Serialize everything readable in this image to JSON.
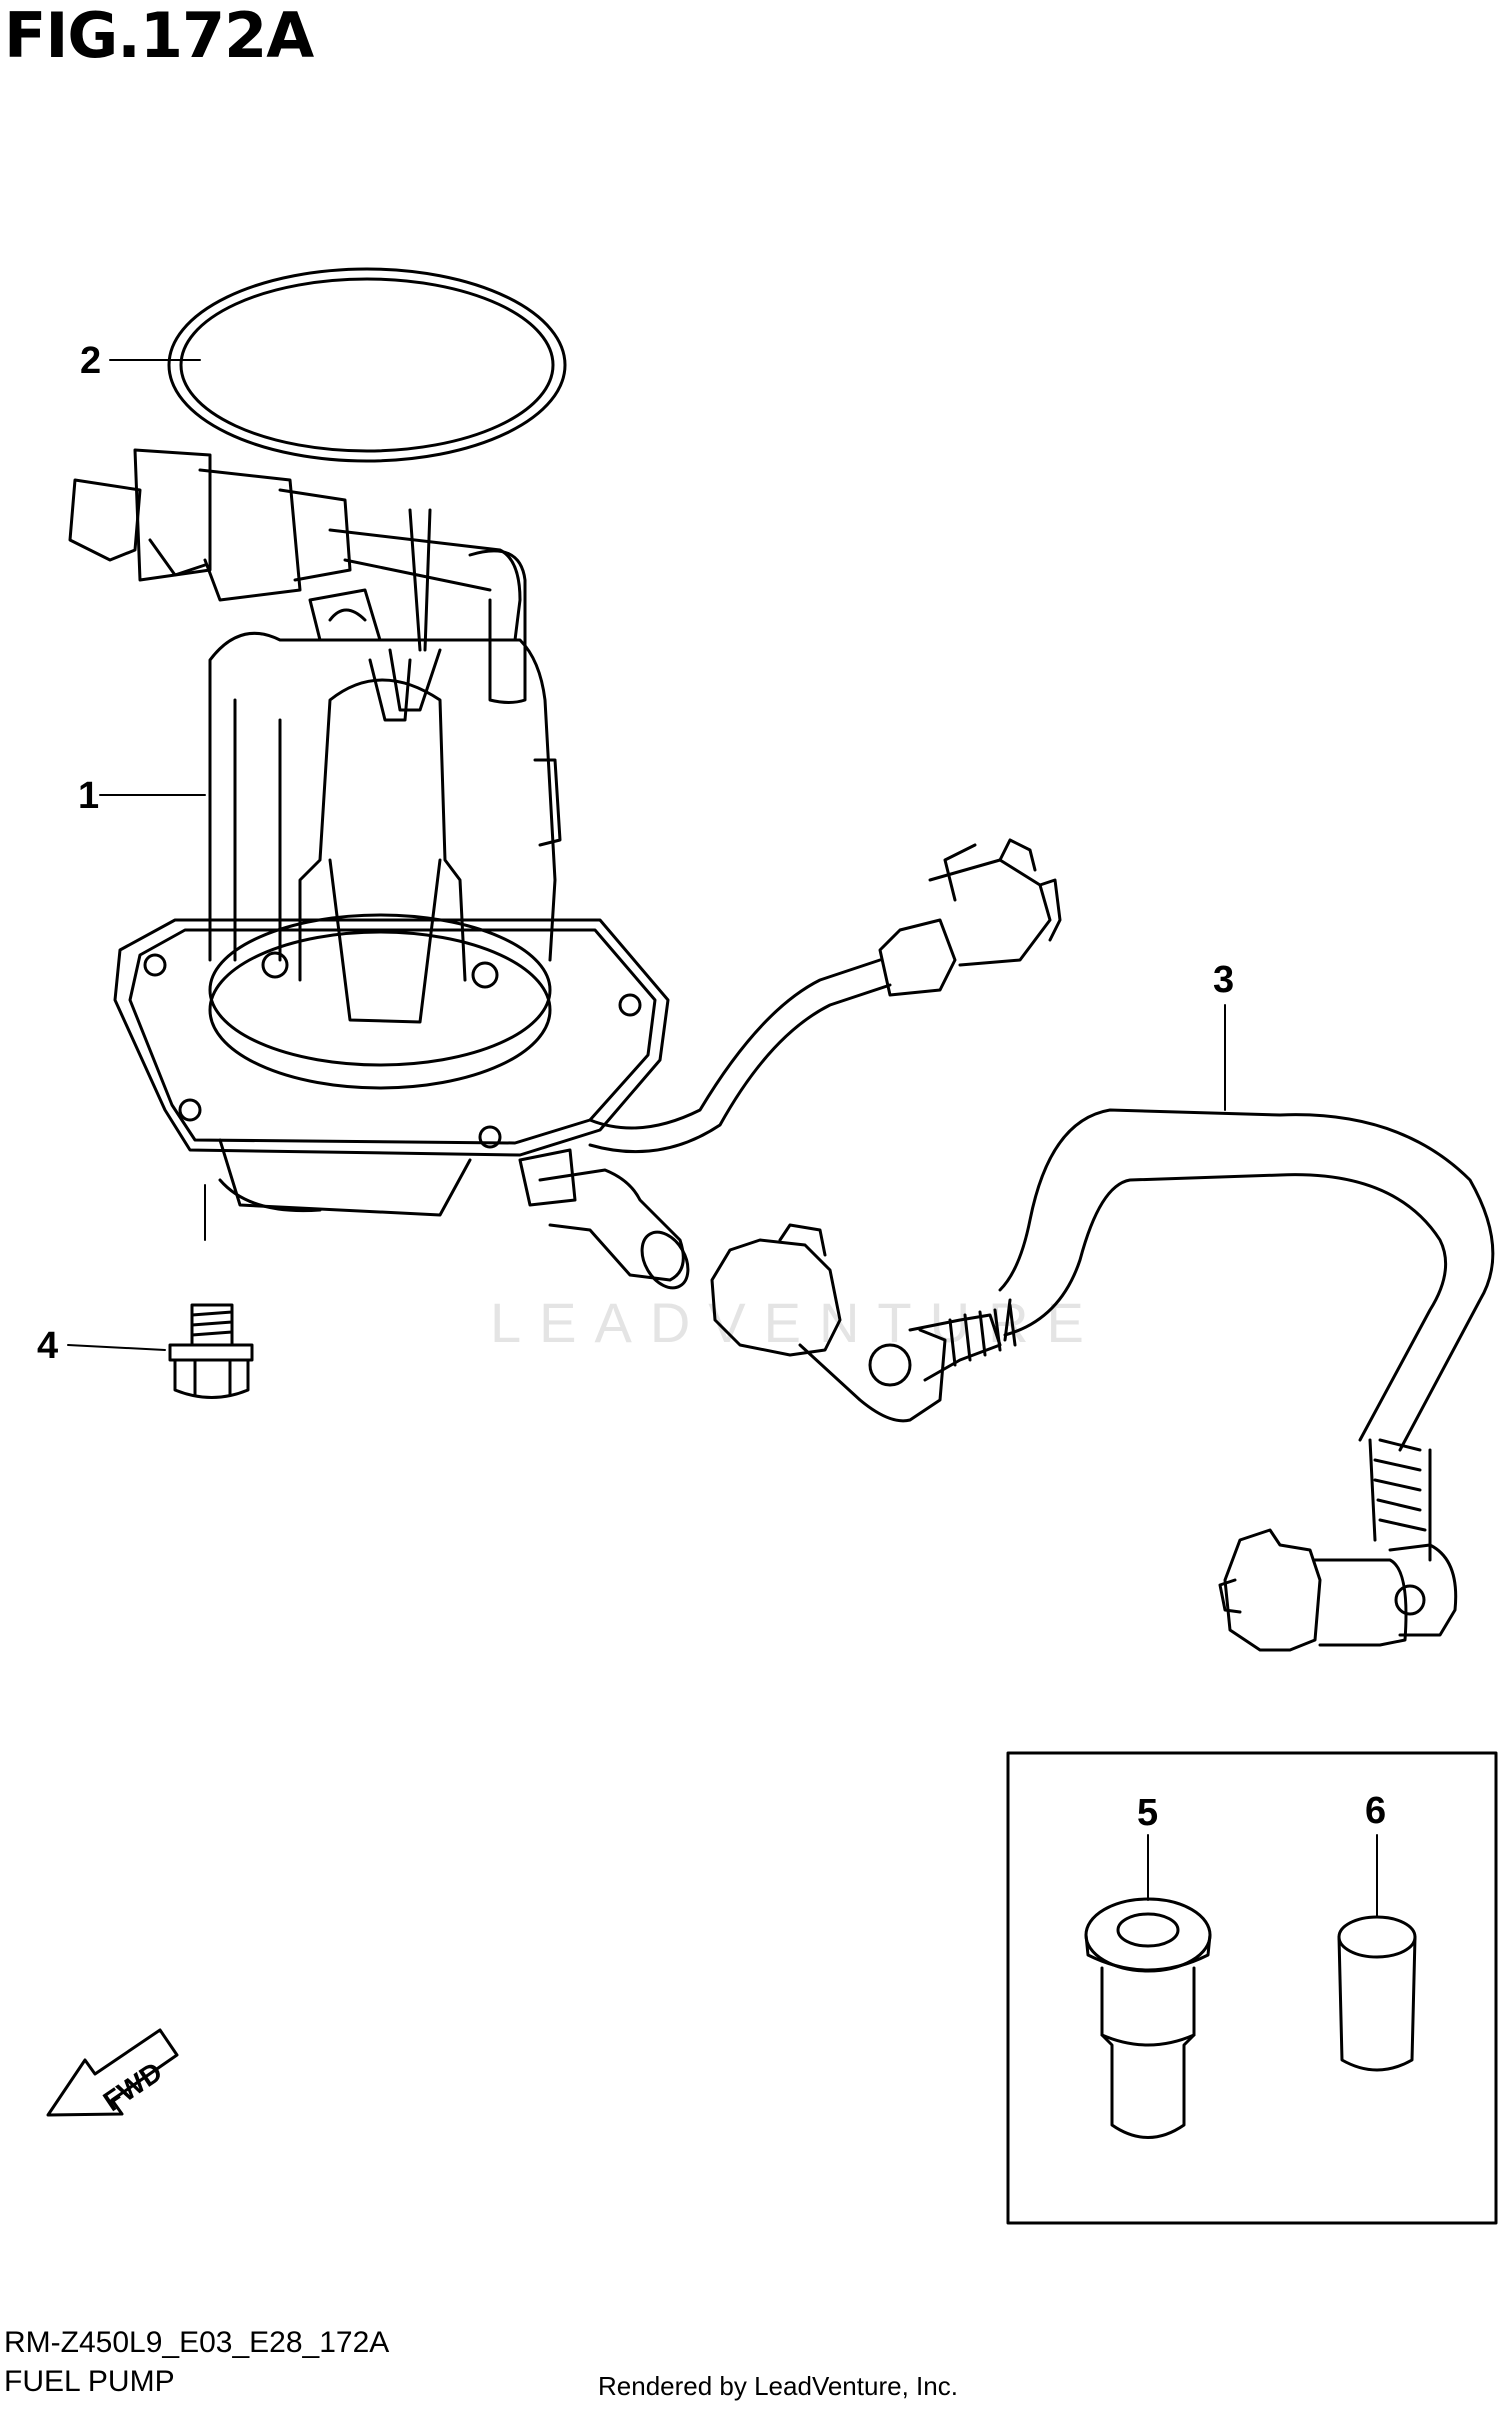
{
  "figure": {
    "title": "FIG.172A",
    "model_code": "RM-Z450L9_E03_E28_172A",
    "part_name": "FUEL PUMP",
    "credit": "Rendered by LeadVenture, Inc.",
    "watermark": "LEADVENTURE",
    "fwd_label": "FWD"
  },
  "callouts": [
    {
      "id": "1",
      "label": "1",
      "part": "fuel-pump-assembly"
    },
    {
      "id": "2",
      "label": "2",
      "part": "o-ring"
    },
    {
      "id": "3",
      "label": "3",
      "part": "fuel-hose"
    },
    {
      "id": "4",
      "label": "4",
      "part": "bolt"
    },
    {
      "id": "5",
      "label": "5",
      "part": "cap"
    },
    {
      "id": "6",
      "label": "6",
      "part": "cap-small"
    }
  ],
  "colors": {
    "line": "#000000",
    "background": "#ffffff",
    "watermark": "#e4e4e4"
  }
}
